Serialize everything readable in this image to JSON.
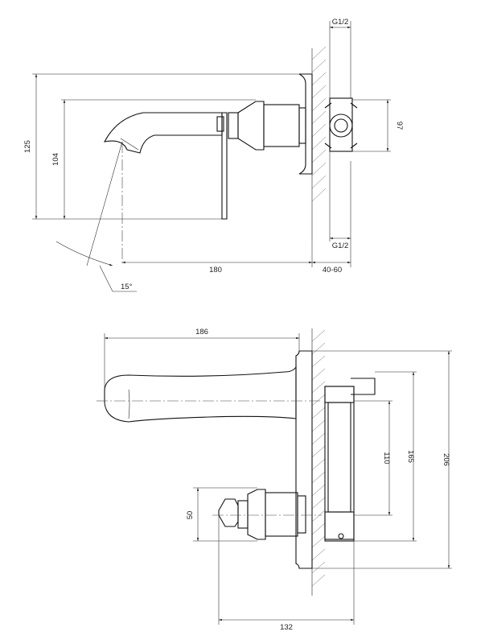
{
  "side_view": {
    "dim_thread_top": "G1/2",
    "dim_thread_bottom": "G1/2",
    "dim_total_height": "125",
    "dim_handle_height": "104",
    "dim_spout_length": "180",
    "dim_wall_depth": "40-60",
    "dim_body_height": "97",
    "dim_angle": "15°"
  },
  "front_view": {
    "dim_spout_length": "186",
    "dim_handle_offset": "50",
    "dim_handle_distance": "132",
    "dim_110": "110",
    "dim_165": "165",
    "dim_206": "206"
  }
}
